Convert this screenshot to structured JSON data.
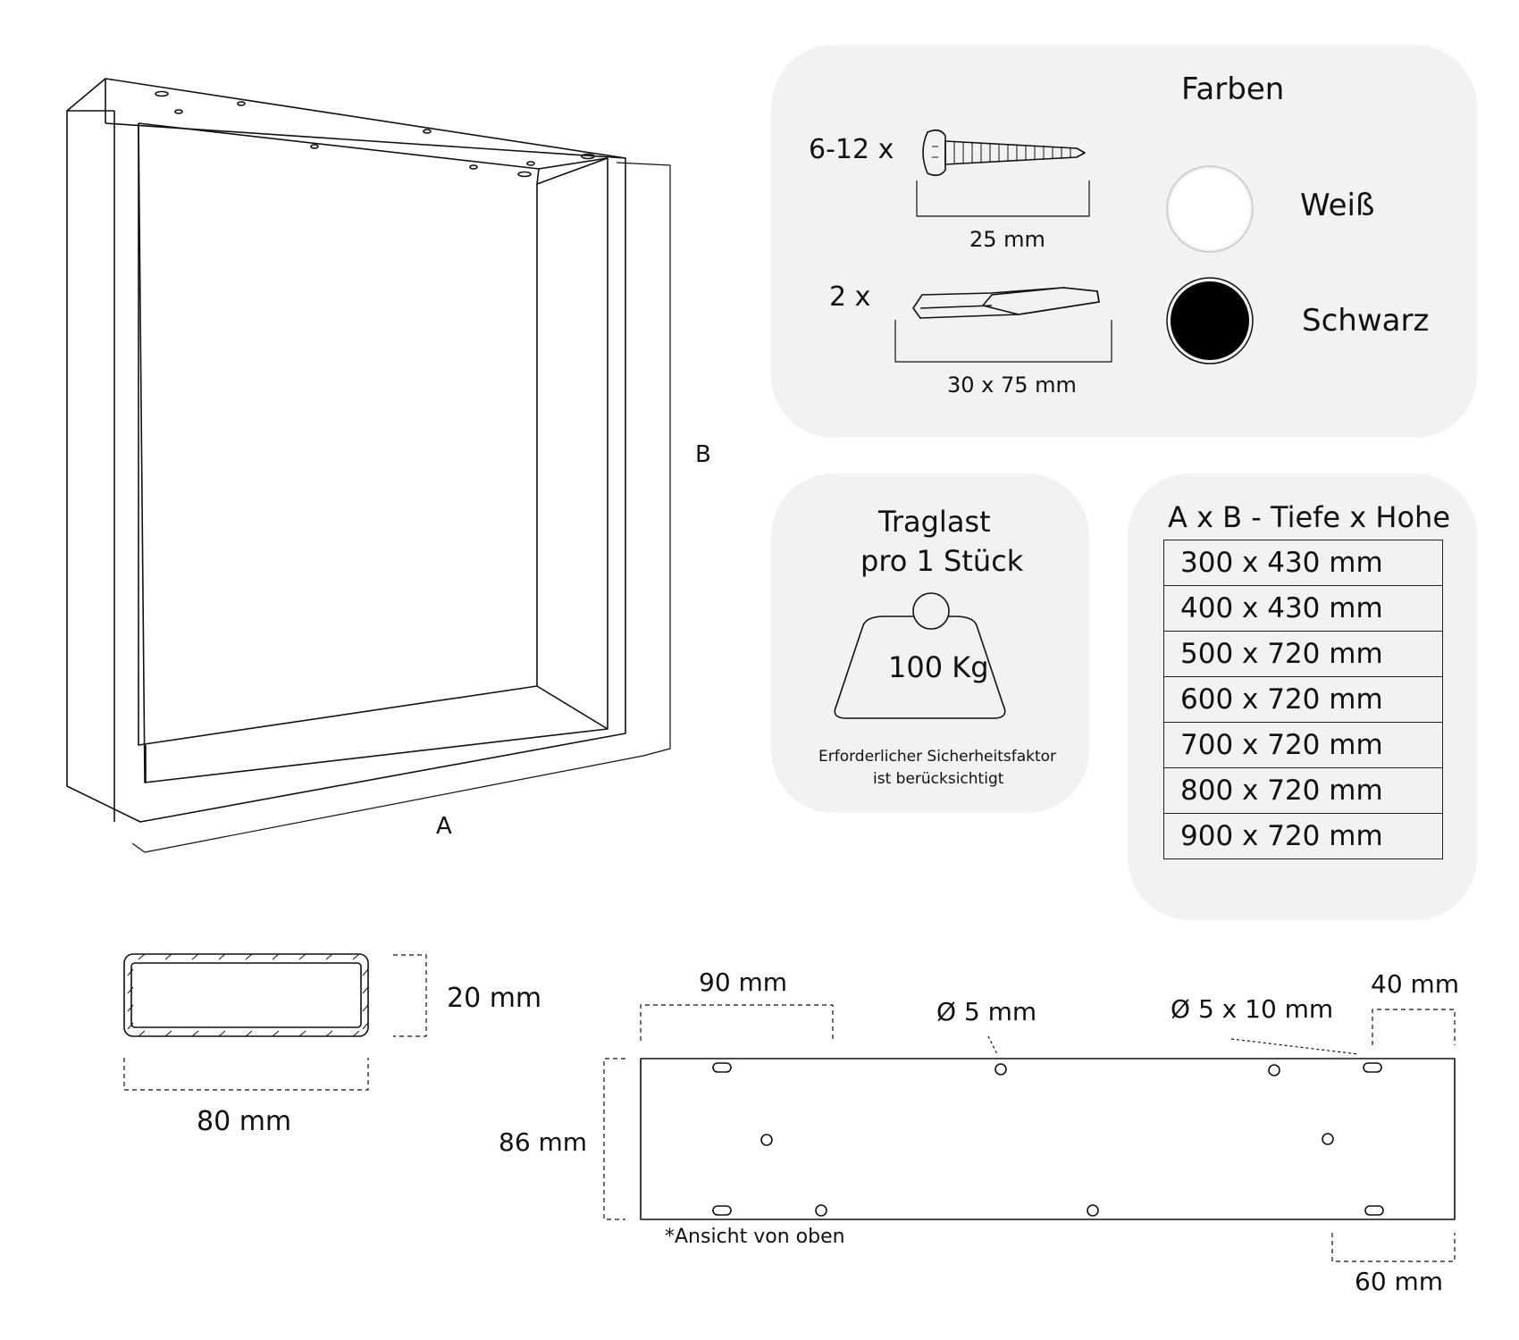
{
  "frame": {
    "label_a": "A",
    "label_b": "B"
  },
  "accessories": {
    "title": "Farben",
    "screws": {
      "qty": "6-12 x",
      "length": "25 mm"
    },
    "pads": {
      "qty": "2 x",
      "size": "30 x 75 mm"
    }
  },
  "colors": [
    {
      "name": "Weiß",
      "hex": "#ffffff"
    },
    {
      "name": "Schwarz",
      "hex": "#000000"
    }
  ],
  "load": {
    "title_line1": "Traglast",
    "title_line2": "pro 1 Stück",
    "value": "100 Kg",
    "note_line1": "Erforderlicher Sicherheitsfaktor",
    "note_line2": "ist berücksichtigt"
  },
  "sizes": {
    "header": "A x B - Tiefe x Hohe",
    "rows": [
      "300 x 430 mm",
      "400 x 430 mm",
      "500 x 720 mm",
      "600 x 720 mm",
      "700 x 720 mm",
      "800 x 720 mm",
      "900 x 720 mm"
    ]
  },
  "profile": {
    "height": "20 mm",
    "width": "80 mm"
  },
  "top_plate": {
    "offset_left": "90 mm",
    "hole_diameter": "Ø 5 mm",
    "slot_size": "Ø 5 x 10 mm",
    "offset_right_top": "40 mm",
    "plate_depth": "86 mm",
    "note": "*Ansicht von oben",
    "offset_right_bottom": "60 mm"
  }
}
